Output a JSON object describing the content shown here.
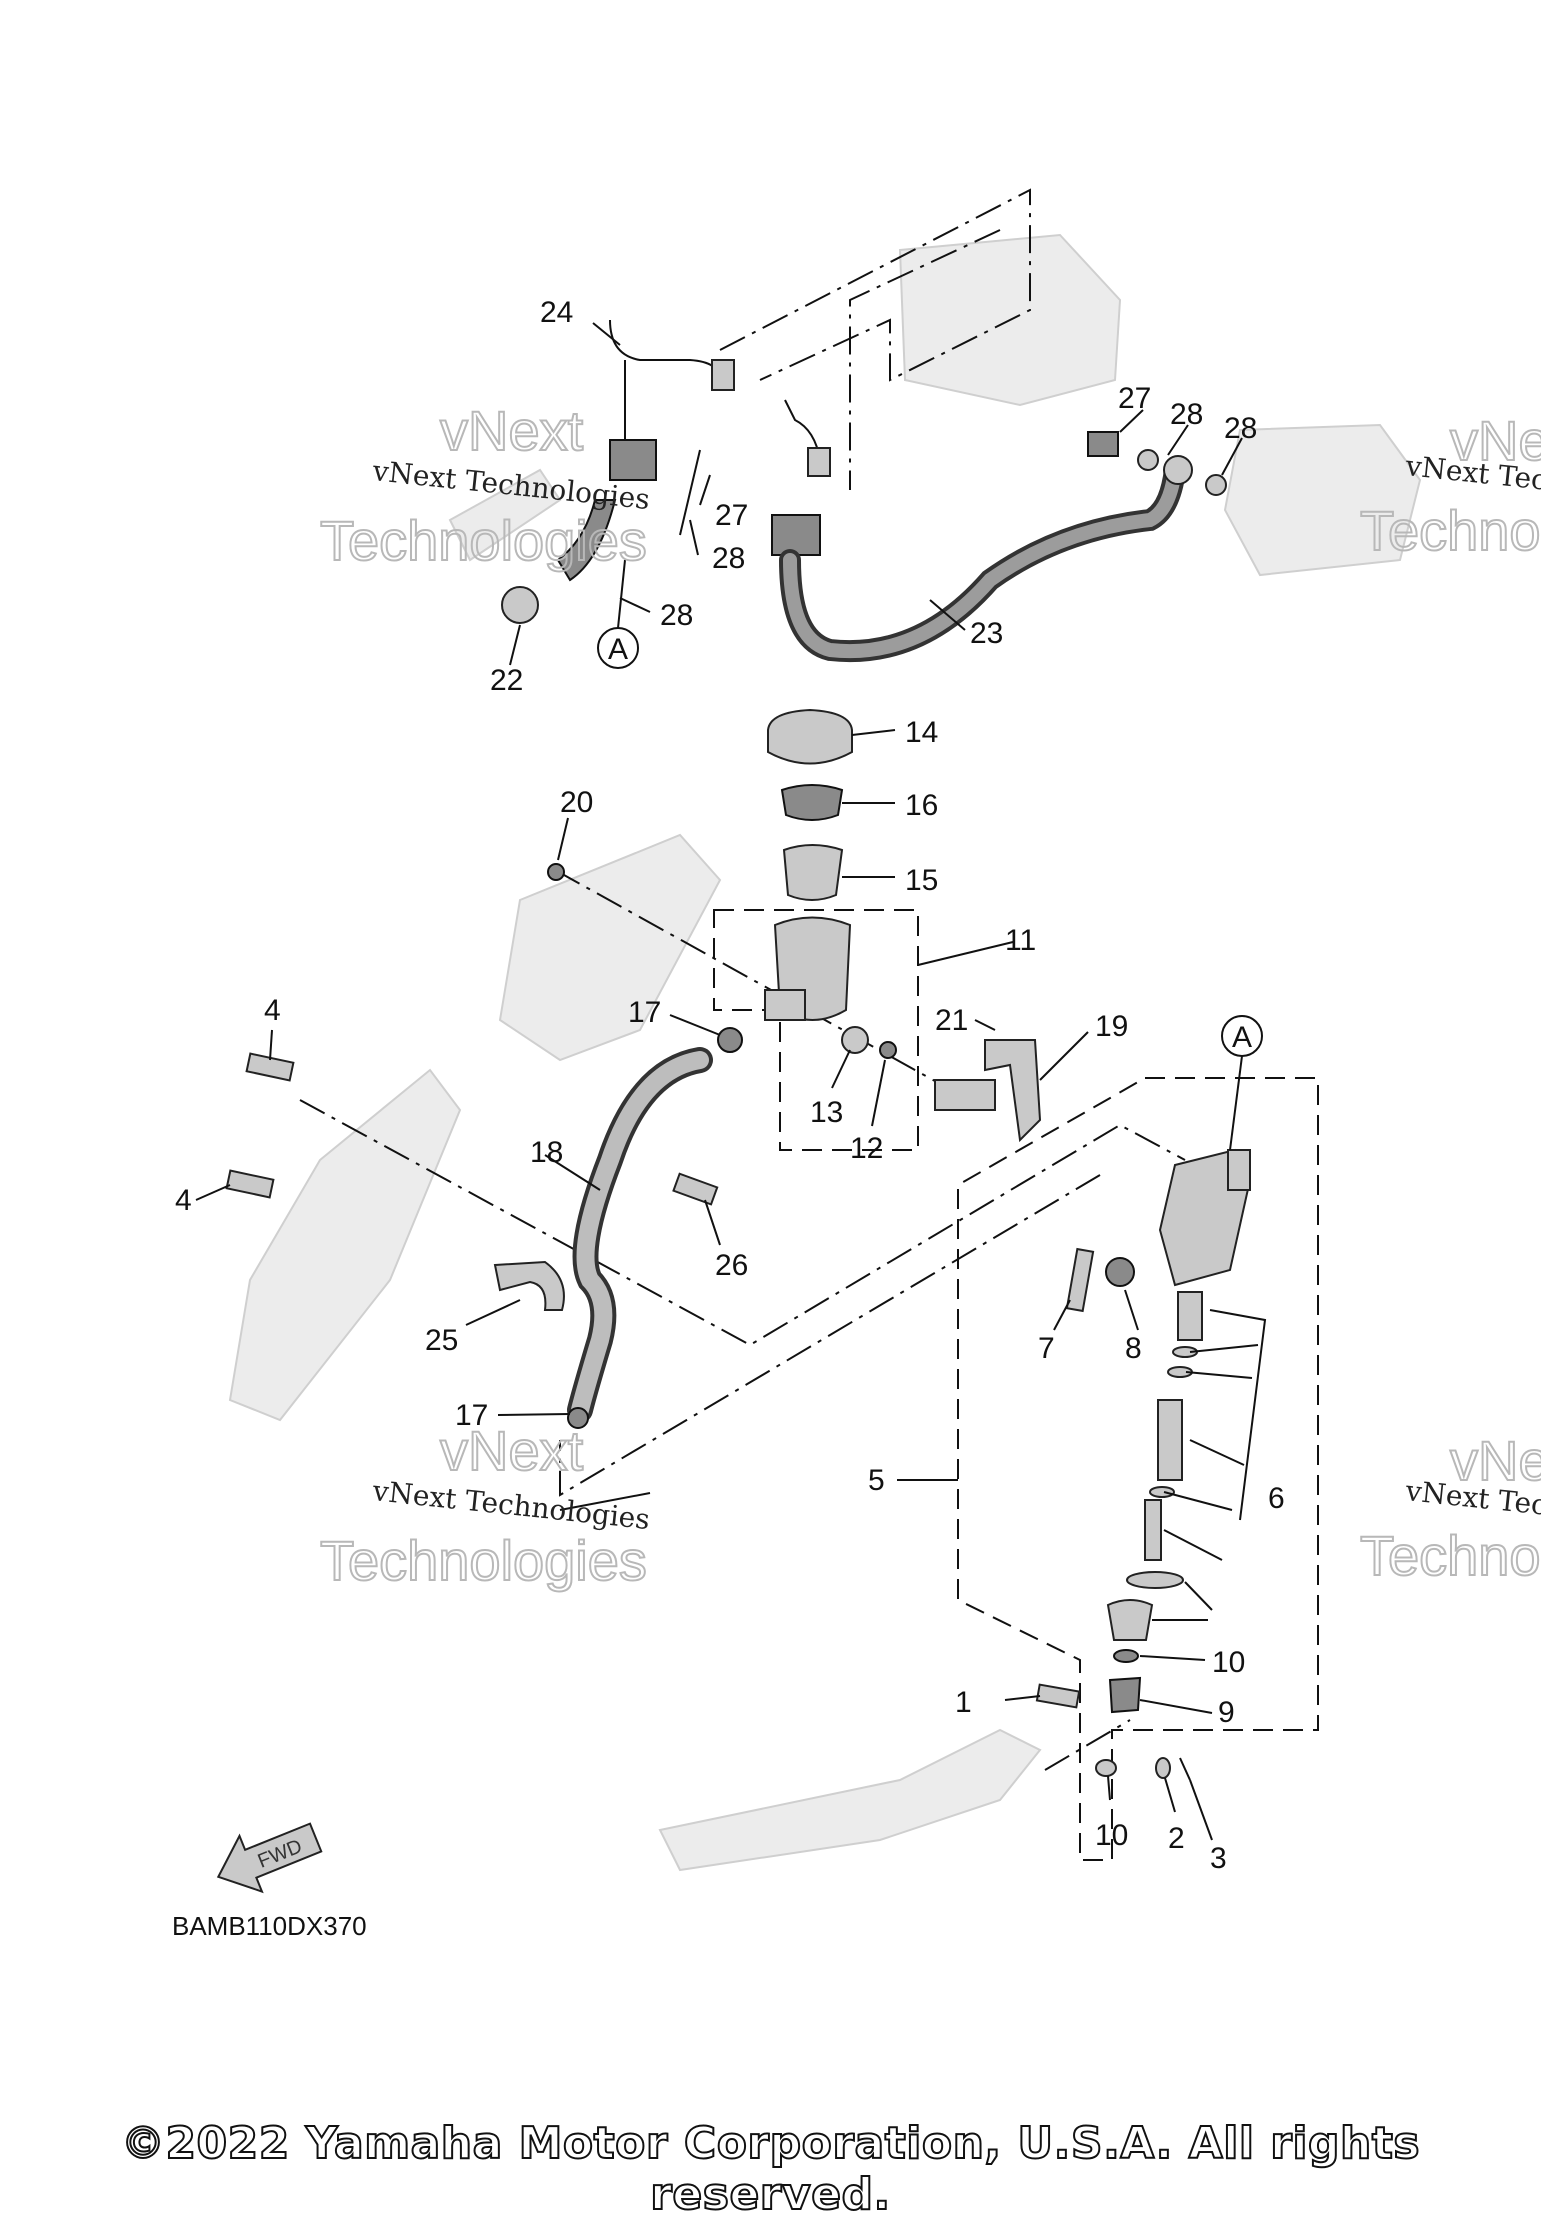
{
  "callouts": [
    {
      "id": "24",
      "label": "24"
    },
    {
      "id": "27a",
      "label": "27"
    },
    {
      "id": "28a",
      "label": "28"
    },
    {
      "id": "28b",
      "label": "28"
    },
    {
      "id": "28c",
      "label": "28"
    },
    {
      "id": "27b",
      "label": "27"
    },
    {
      "id": "28d",
      "label": "28"
    },
    {
      "id": "22",
      "label": "22"
    },
    {
      "id": "23",
      "label": "23"
    },
    {
      "id": "14",
      "label": "14"
    },
    {
      "id": "16",
      "label": "16"
    },
    {
      "id": "15",
      "label": "15"
    },
    {
      "id": "20",
      "label": "20"
    },
    {
      "id": "11",
      "label": "11"
    },
    {
      "id": "17a",
      "label": "17"
    },
    {
      "id": "21",
      "label": "21"
    },
    {
      "id": "19",
      "label": "19"
    },
    {
      "id": "13",
      "label": "13"
    },
    {
      "id": "12",
      "label": "12"
    },
    {
      "id": "4a",
      "label": "4"
    },
    {
      "id": "4b",
      "label": "4"
    },
    {
      "id": "18",
      "label": "18"
    },
    {
      "id": "26",
      "label": "26"
    },
    {
      "id": "25",
      "label": "25"
    },
    {
      "id": "7",
      "label": "7"
    },
    {
      "id": "8",
      "label": "8"
    },
    {
      "id": "17b",
      "label": "17"
    },
    {
      "id": "5",
      "label": "5"
    },
    {
      "id": "6",
      "label": "6"
    },
    {
      "id": "10a",
      "label": "10"
    },
    {
      "id": "1",
      "label": "1"
    },
    {
      "id": "9",
      "label": "9"
    },
    {
      "id": "10b",
      "label": "10"
    },
    {
      "id": "2",
      "label": "2"
    },
    {
      "id": "3",
      "label": "3"
    }
  ],
  "markers": {
    "A": "A"
  },
  "watermark": {
    "line1": "vNext Technologies",
    "line2": "vNext",
    "line3": "Technologies"
  },
  "diagram_code": "BAMB110DX370",
  "fwd_label": "FWD",
  "copyright": "©2022 Yamaha Motor Corporation, U.S.A. All rights reserved."
}
